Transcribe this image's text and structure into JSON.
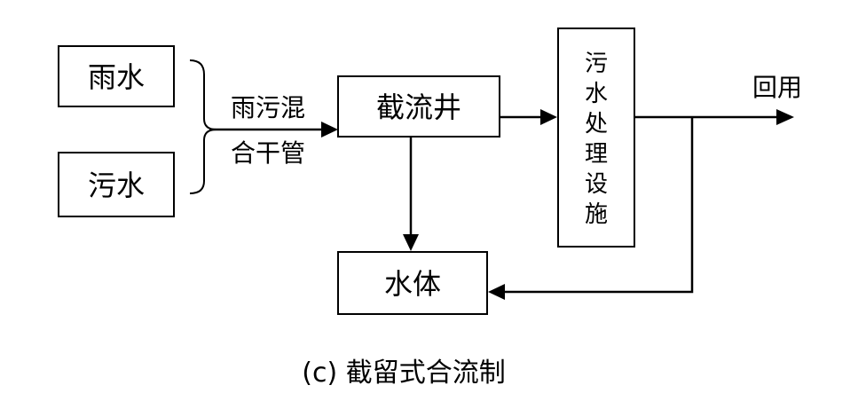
{
  "nodes": {
    "rain": "雨水",
    "sewage": "污水",
    "interceptor_well": "截流井",
    "water_body": "水体",
    "treatment_chars": [
      "污",
      "水",
      "处",
      "理",
      "设",
      "施"
    ]
  },
  "edge_labels": {
    "combined_pipe_line1": "雨污混",
    "combined_pipe_line2": "合干管",
    "reuse": "回用"
  },
  "caption": "(c) 截留式合流制"
}
